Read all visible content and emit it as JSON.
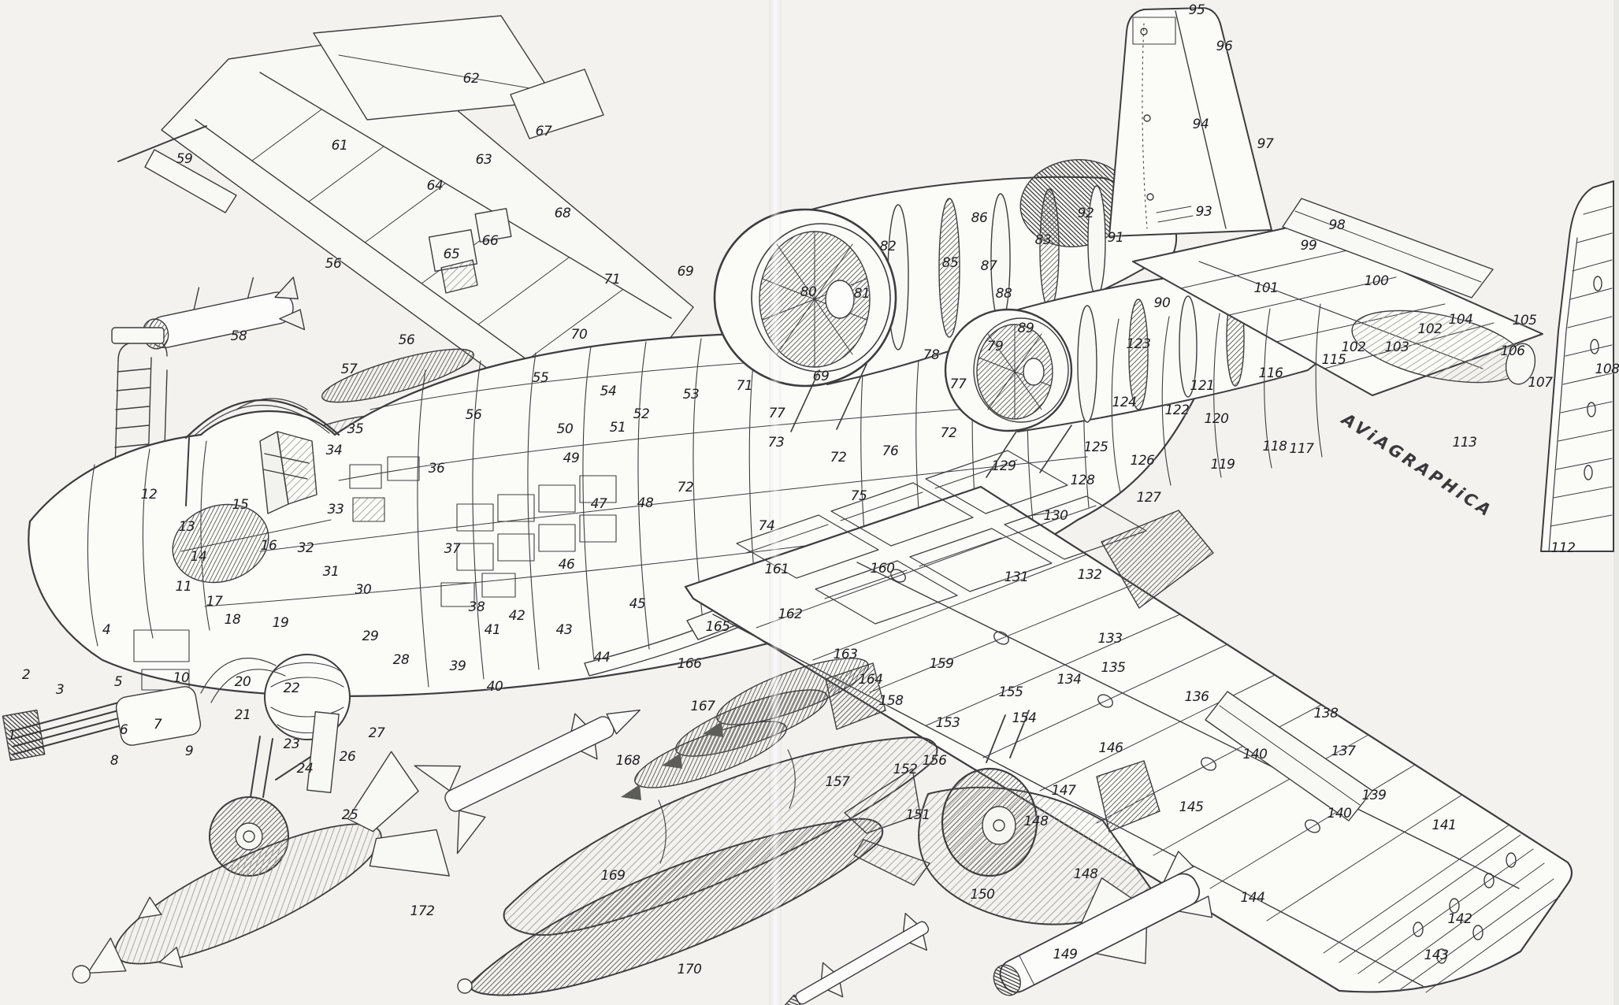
{
  "figure": {
    "watermark": "AViAGRAPHiCA",
    "background_color": "#f3f2ef",
    "ink_color": "#3d3d3d",
    "label_color": "#1e1e1e"
  },
  "callouts": [
    [
      "1",
      15,
      934
    ],
    [
      "2",
      33,
      857
    ],
    [
      "3",
      76,
      876
    ],
    [
      "4",
      135,
      800
    ],
    [
      "5",
      150,
      866
    ],
    [
      "6",
      157,
      927
    ],
    [
      "7",
      200,
      920
    ],
    [
      "8",
      145,
      966
    ],
    [
      "9",
      240,
      954
    ],
    [
      "10",
      230,
      861
    ],
    [
      "11",
      233,
      745
    ],
    [
      "12",
      189,
      628
    ],
    [
      "13",
      237,
      669
    ],
    [
      "14",
      252,
      707
    ],
    [
      "15",
      305,
      641
    ],
    [
      "16",
      341,
      693
    ],
    [
      "17",
      272,
      764
    ],
    [
      "18",
      295,
      787
    ],
    [
      "19",
      356,
      791
    ],
    [
      "20",
      308,
      866
    ],
    [
      "21",
      308,
      908
    ],
    [
      "22",
      370,
      874
    ],
    [
      "23",
      370,
      945
    ],
    [
      "24",
      387,
      976
    ],
    [
      "25",
      444,
      1035
    ],
    [
      "26",
      441,
      961
    ],
    [
      "27",
      478,
      931
    ],
    [
      "28",
      509,
      838
    ],
    [
      "29",
      470,
      808
    ],
    [
      "30",
      461,
      749
    ],
    [
      "31",
      420,
      726
    ],
    [
      "32",
      388,
      696
    ],
    [
      "33",
      426,
      647
    ],
    [
      "34",
      424,
      572
    ],
    [
      "35",
      451,
      545
    ],
    [
      "36",
      554,
      595
    ],
    [
      "37",
      574,
      697
    ],
    [
      "38",
      605,
      771
    ],
    [
      "39",
      581,
      846
    ],
    [
      "40",
      628,
      872
    ],
    [
      "41",
      625,
      800
    ],
    [
      "42",
      656,
      782
    ],
    [
      "43",
      716,
      800
    ],
    [
      "44",
      764,
      835
    ],
    [
      "45",
      809,
      767
    ],
    [
      "46",
      719,
      717
    ],
    [
      "47",
      760,
      640
    ],
    [
      "48",
      819,
      639
    ],
    [
      "49",
      725,
      582
    ],
    [
      "50",
      717,
      545
    ],
    [
      "51",
      784,
      543
    ],
    [
      "52",
      814,
      526
    ],
    [
      "53",
      877,
      501
    ],
    [
      "54",
      772,
      497
    ],
    [
      "55",
      686,
      480
    ],
    [
      "56",
      423,
      335
    ],
    [
      "56",
      516,
      432
    ],
    [
      "56",
      601,
      527
    ],
    [
      "57",
      443,
      469
    ],
    [
      "58",
      303,
      427
    ],
    [
      "59",
      234,
      202
    ],
    [
      "61",
      431,
      185
    ],
    [
      "62",
      598,
      100
    ],
    [
      "63",
      614,
      203
    ],
    [
      "64",
      552,
      236
    ],
    [
      "65",
      573,
      323
    ],
    [
      "66",
      622,
      306
    ],
    [
      "67",
      690,
      167
    ],
    [
      "68",
      714,
      271
    ],
    [
      "69",
      870,
      345
    ],
    [
      "69",
      1042,
      478
    ],
    [
      "70",
      735,
      425
    ],
    [
      "71",
      777,
      355
    ],
    [
      "71",
      945,
      490
    ],
    [
      "72",
      870,
      619
    ],
    [
      "72",
      1064,
      581
    ],
    [
      "72",
      1204,
      550
    ],
    [
      "73",
      985,
      562
    ],
    [
      "74",
      973,
      668
    ],
    [
      "75",
      1090,
      630
    ],
    [
      "76",
      1130,
      573
    ],
    [
      "77",
      986,
      525
    ],
    [
      "77",
      1216,
      488
    ],
    [
      "78",
      1182,
      451
    ],
    [
      "79",
      1263,
      440
    ],
    [
      "80",
      1026,
      371
    ],
    [
      "81",
      1094,
      373
    ],
    [
      "82",
      1127,
      313
    ],
    [
      "83",
      1324,
      305
    ],
    [
      "85",
      1206,
      334
    ],
    [
      "86",
      1243,
      277
    ],
    [
      "87",
      1255,
      338
    ],
    [
      "88",
      1274,
      373
    ],
    [
      "89",
      1302,
      417
    ],
    [
      "90",
      1475,
      385
    ],
    [
      "91",
      1416,
      302
    ],
    [
      "92",
      1378,
      271
    ],
    [
      "93",
      1528,
      269
    ],
    [
      "94",
      1524,
      158
    ],
    [
      "95",
      1519,
      13
    ],
    [
      "96",
      1554,
      59
    ],
    [
      "97",
      1606,
      183
    ],
    [
      "98",
      1697,
      286
    ],
    [
      "99",
      1661,
      312
    ],
    [
      "100",
      1747,
      357
    ],
    [
      "101",
      1607,
      366
    ],
    [
      "102",
      1815,
      418
    ],
    [
      "102",
      1718,
      441
    ],
    [
      "103",
      1773,
      441
    ],
    [
      "104",
      1854,
      406
    ],
    [
      "105",
      1935,
      407
    ],
    [
      "106",
      1920,
      446
    ],
    [
      "107",
      1955,
      486
    ],
    [
      "108",
      2040,
      469
    ],
    [
      "112",
      1984,
      696
    ],
    [
      "113",
      1859,
      562
    ],
    [
      "115",
      1693,
      457
    ],
    [
      "116",
      1613,
      474
    ],
    [
      "117",
      1652,
      570
    ],
    [
      "118",
      1618,
      567
    ],
    [
      "119",
      1552,
      590
    ],
    [
      "120",
      1544,
      532
    ],
    [
      "121",
      1526,
      490
    ],
    [
      "122",
      1494,
      521
    ],
    [
      "123",
      1445,
      437
    ],
    [
      "124",
      1427,
      511
    ],
    [
      "125",
      1391,
      568
    ],
    [
      "126",
      1450,
      585
    ],
    [
      "127",
      1458,
      632
    ],
    [
      "128",
      1374,
      610
    ],
    [
      "129",
      1274,
      592
    ],
    [
      "130",
      1340,
      655
    ],
    [
      "131",
      1290,
      733
    ],
    [
      "132",
      1383,
      730
    ],
    [
      "133",
      1409,
      811
    ],
    [
      "134",
      1357,
      863
    ],
    [
      "135",
      1413,
      848
    ],
    [
      "136",
      1519,
      885
    ],
    [
      "137",
      1705,
      954
    ],
    [
      "138",
      1683,
      906
    ],
    [
      "139",
      1744,
      1010
    ],
    [
      "140",
      1593,
      958
    ],
    [
      "140",
      1700,
      1033
    ],
    [
      "141",
      1833,
      1048
    ],
    [
      "142",
      1853,
      1167
    ],
    [
      "143",
      1823,
      1213
    ],
    [
      "144",
      1590,
      1140
    ],
    [
      "145",
      1512,
      1025
    ],
    [
      "146",
      1410,
      950
    ],
    [
      "147",
      1350,
      1004
    ],
    [
      "148",
      1315,
      1043
    ],
    [
      "148",
      1378,
      1110
    ],
    [
      "149",
      1352,
      1212
    ],
    [
      "150",
      1247,
      1136
    ],
    [
      "151",
      1165,
      1035
    ],
    [
      "152",
      1149,
      977
    ],
    [
      "153",
      1203,
      918
    ],
    [
      "154",
      1300,
      912
    ],
    [
      "155",
      1283,
      879
    ],
    [
      "156",
      1186,
      966
    ],
    [
      "157",
      1063,
      993
    ],
    [
      "158",
      1131,
      890
    ],
    [
      "159",
      1195,
      843
    ],
    [
      "160",
      1120,
      722
    ],
    [
      "161",
      986,
      723
    ],
    [
      "162",
      1003,
      780
    ],
    [
      "163",
      1073,
      831
    ],
    [
      "164",
      1105,
      863
    ],
    [
      "165",
      911,
      796
    ],
    [
      "166",
      875,
      843
    ],
    [
      "167",
      892,
      897
    ],
    [
      "168",
      797,
      966
    ],
    [
      "169",
      778,
      1112
    ],
    [
      "170",
      875,
      1231
    ],
    [
      "172",
      536,
      1157
    ]
  ]
}
